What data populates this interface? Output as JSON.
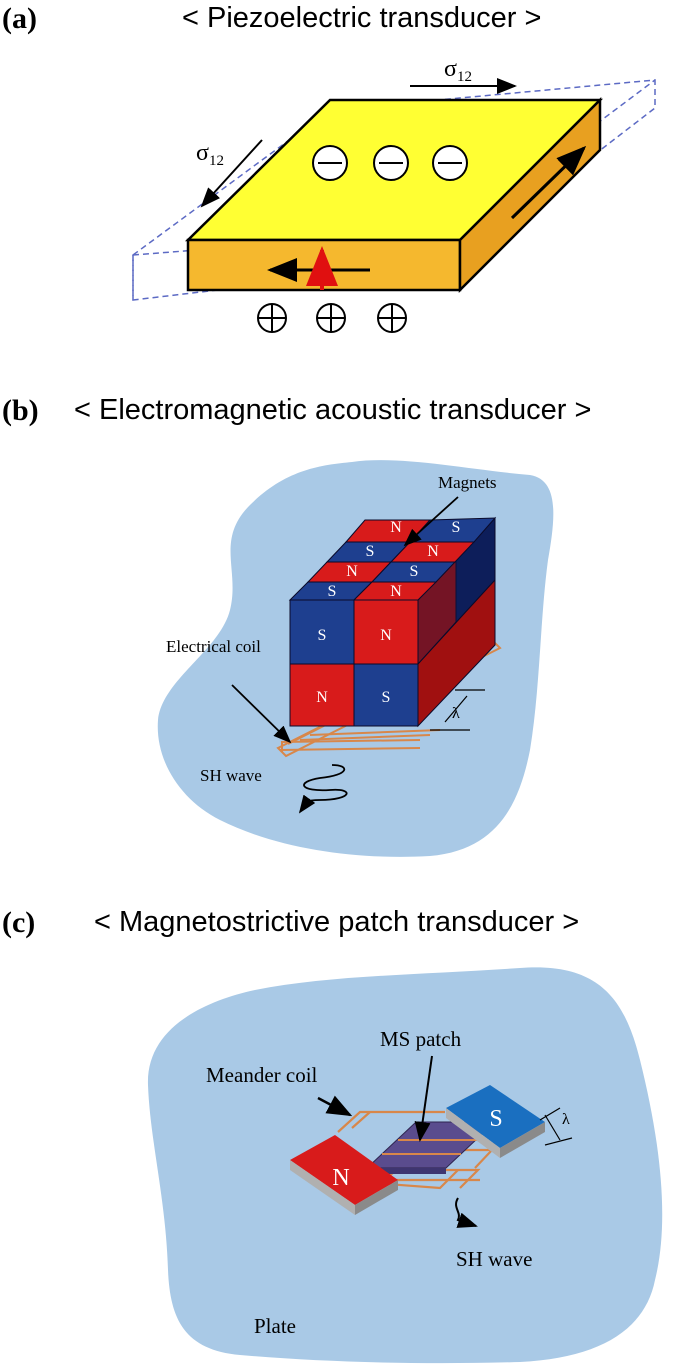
{
  "panels": [
    {
      "label": "(a)",
      "title": "< Piezoelectric transducer >",
      "stress_symbol": "σ",
      "stress_subscript": "12",
      "charge_negative": "⊖",
      "charge_positive": "⊕"
    },
    {
      "label": "(b)",
      "title": "< Electromagnetic acoustic transducer >",
      "annotations": {
        "magnets": "Magnets",
        "electrical_coil": "Electrical coil",
        "sh_wave": "SH wave",
        "wavelength": "λ"
      },
      "pole_north": "N",
      "pole_south": "S"
    },
    {
      "label": "(c)",
      "title": "< Magnetostrictive patch transducer >",
      "annotations": {
        "ms_patch": "MS patch",
        "meander_coil": "Meander coil",
        "sh_wave": "SH wave",
        "plate": "Plate",
        "wavelength": "λ"
      },
      "pole_north": "N",
      "pole_south": "S"
    }
  ],
  "colors": {
    "piezo_top": "#FFFF33",
    "piezo_front": "#F5B82E",
    "piezo_side": "#E8A020",
    "plate_blue": "#A9C9E6",
    "plate_blue_light": "#BFD6EC",
    "magnet_red": "#D81B1B",
    "magnet_blue": "#1E3F8F",
    "magnet_navy": "#0D1E5A",
    "coil_orange": "#D8874A",
    "patch_purple": "#5A4C8E"
  }
}
